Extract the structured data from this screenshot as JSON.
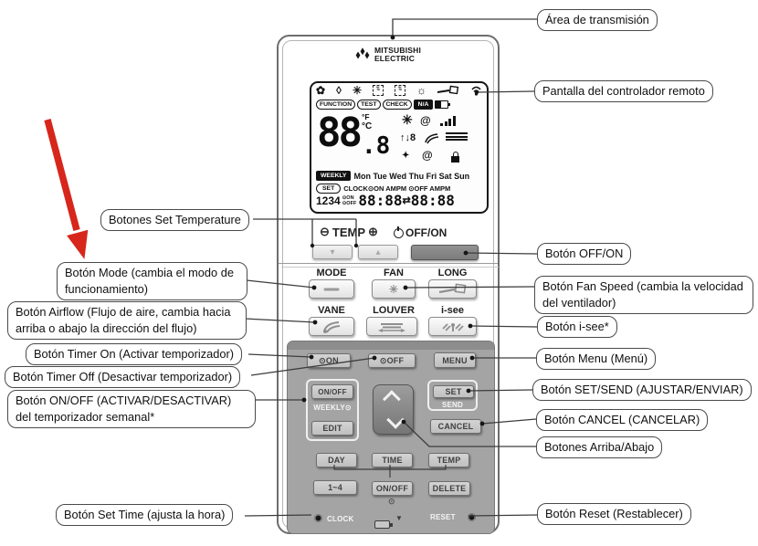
{
  "callouts": {
    "left": [
      {
        "text": "Botones Set Temperature"
      },
      {
        "text": "Botón Mode (cambia el modo de funcionamiento)"
      },
      {
        "text": "Botón Airflow (Flujo de aire, cambia hacia arriba o abajo la dirección del flujo)"
      },
      {
        "text": "Botón Timer On (Activar temporizador)"
      },
      {
        "text": "Botón Timer Off (Desactivar temporizador)"
      },
      {
        "text": "Botón ON/OFF (ACTIVAR/DESACTIVAR) del temporizador semanal*"
      },
      {
        "text": "Botón Set Time (ajusta la hora)"
      }
    ],
    "right": [
      {
        "text": "Área de transmisión"
      },
      {
        "text": "Pantalla del controlador remoto"
      },
      {
        "text": "Botón OFF/ON"
      },
      {
        "text": "Botón Fan Speed (cambia la velocidad del ventilador)"
      },
      {
        "text": "Botón i-see*"
      },
      {
        "text": "Botón Menu (Menú)"
      },
      {
        "text": "Botón SET/SEND (AJUSTAR/ENVIAR)"
      },
      {
        "text": "Botón CANCEL (CANCELAR)"
      },
      {
        "text": "Botones Arriba/Abajo"
      },
      {
        "text": "Botón Reset (Restablecer)"
      }
    ]
  },
  "remote": {
    "brand": {
      "line1": "MITSUBISHI",
      "line2": "ELECTRIC"
    },
    "display": {
      "mode_icons": [
        "✿",
        "◊",
        "✳",
        "⇅",
        "⇅",
        "☼"
      ],
      "badges": [
        "FUNCTION",
        "TEST",
        "CHECK",
        "N/A"
      ],
      "temp_int": "88",
      "temp_dec": ".8",
      "unit_f": "°F",
      "unit_c": "°C",
      "fan_icon": "✳",
      "swirl_icon": "@",
      "updown_icon": "↑↓8",
      "sparkle_icon": "✦",
      "weekly_badge": "WEEKLY",
      "days": [
        "Mon",
        "Tue",
        "Wed",
        "Thu",
        "Fri",
        "Sat",
        "Sun"
      ],
      "set_badge": "SET",
      "clock_line": "CLOCK⊙ON AMPM ⊙OFF AMPM",
      "timer_nums": "1234",
      "timer_on": "⊙ON",
      "timer_off": "⊙OFF",
      "time_a": "88:88",
      "time_arrow": "⇄",
      "time_b": "88:88"
    },
    "top_controls": {
      "minus_icon": "⊖",
      "temp_label": "TEMP",
      "plus_icon": "⊕",
      "offon_label": "OFF/ON"
    },
    "buttons": {
      "mode": "MODE",
      "fan": "FAN",
      "long": "LONG",
      "vane": "VANE",
      "louver": "LOUVER",
      "isee": "i-see",
      "timer_on": "⊙ON",
      "timer_off": "⊙OFF",
      "menu": "MENU",
      "weekly_onoff": "ON/OFF",
      "weekly_label": "WEEKLY⊙",
      "edit": "EDIT",
      "set": "SET",
      "send": "SEND",
      "cancel": "CANCEL",
      "day": "DAY",
      "time": "TIME",
      "temp": "TEMP",
      "range14": "1~4",
      "onoff2": "ON/OFF",
      "delete": "DELETE",
      "mini_clock": "⊙",
      "clock": "CLOCK",
      "reset": "RESET",
      "batt_arrow": "▼"
    }
  }
}
